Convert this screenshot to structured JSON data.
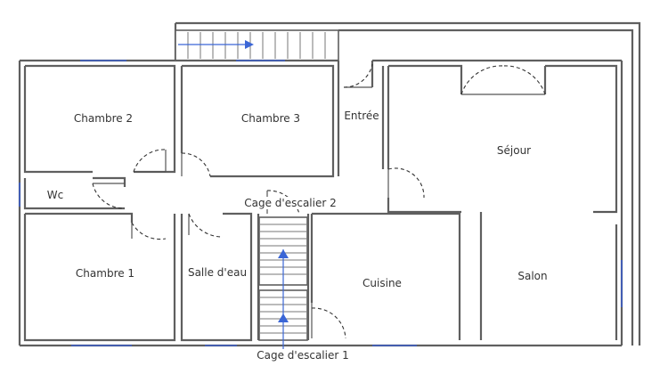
{
  "plan": {
    "colors": {
      "wall": "#5f5f5f",
      "window": "#3c5ec9",
      "stair_arrow": "#3b66d6"
    },
    "rooms": {
      "chambre2": "Chambre 2",
      "chambre3": "Chambre 3",
      "entree": "Entrée",
      "sejour": "Séjour",
      "wc": "Wc",
      "cage2": "Cage d'escalier 2",
      "chambre1": "Chambre 1",
      "salle_eau": "Salle d'eau",
      "cuisine": "Cuisine",
      "salon": "Salon",
      "cage1": "Cage d'escalier 1"
    }
  }
}
